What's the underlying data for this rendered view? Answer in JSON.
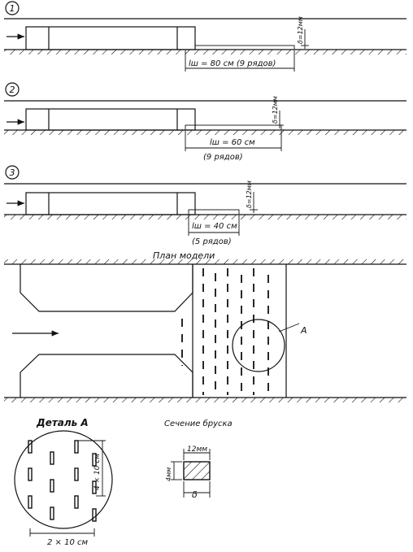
{
  "variants": [
    {
      "number": "1",
      "length_label": "lш = 80 см",
      "rows_label": "(9 рядов)",
      "delta_label": "δ=12мм"
    },
    {
      "number": "2",
      "length_label": "lш = 60 см",
      "rows_label": "(9 рядов)",
      "delta_label": "δ=12мм"
    },
    {
      "number": "3",
      "length_label": "lш = 40 см",
      "rows_label": "(5 рядов)",
      "delta_label": "δ=12мм"
    }
  ],
  "plan": {
    "title": "План модели",
    "detail_marker": "A"
  },
  "detail": {
    "title": "Деталь А",
    "vertical_dim": "4 × 10 см",
    "horizontal_dim": "2 × 10 см"
  },
  "section": {
    "title": "Сечение бруска",
    "width_label": "12мм",
    "height_label": "4мм",
    "delta_label": "δ"
  }
}
